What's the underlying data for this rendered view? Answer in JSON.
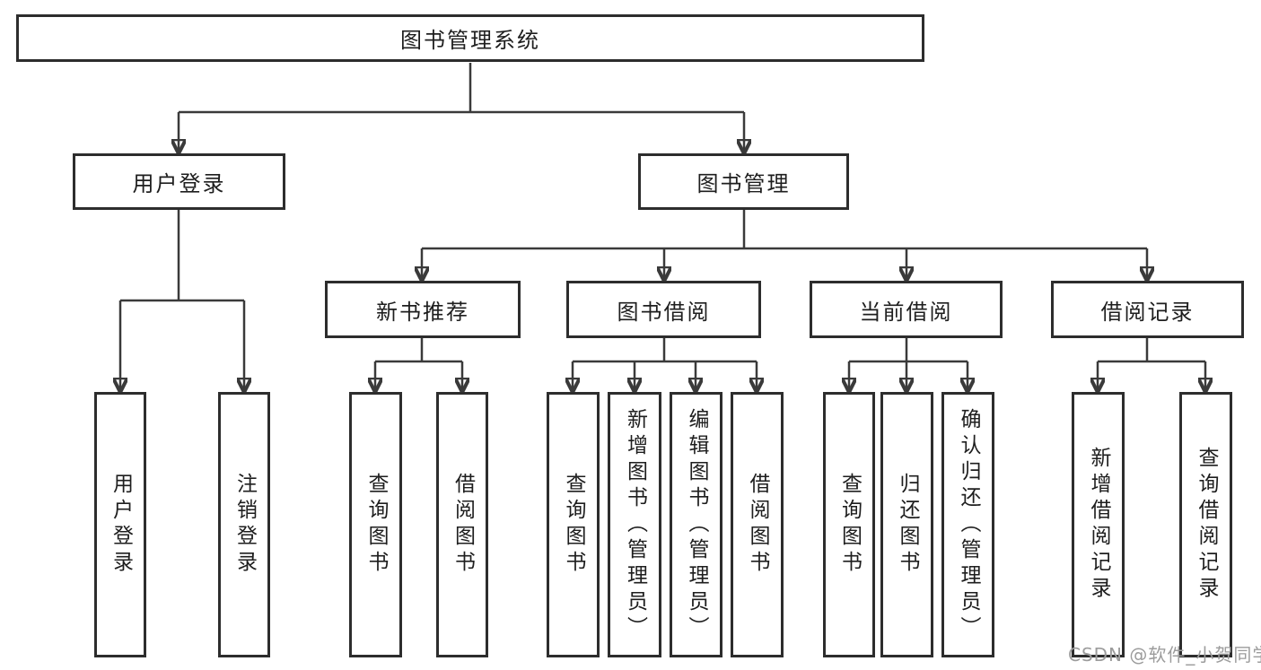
{
  "diagram": {
    "root": {
      "label": "图书管理系统"
    },
    "branches": [
      {
        "label": "用户登录",
        "children": [
          {
            "label": "用户登录"
          },
          {
            "label": "注销登录"
          }
        ]
      },
      {
        "label": "图书管理",
        "groups": [
          {
            "label": "新书推荐",
            "children": [
              {
                "label": "查询图书"
              },
              {
                "label": "借阅图书"
              }
            ]
          },
          {
            "label": "图书借阅",
            "children": [
              {
                "label": "查询图书"
              },
              {
                "label": "新增图书（管理员）"
              },
              {
                "label": "编辑图书（管理员）"
              },
              {
                "label": "借阅图书"
              }
            ]
          },
          {
            "label": "当前借阅",
            "children": [
              {
                "label": "查询图书"
              },
              {
                "label": "归还图书"
              },
              {
                "label": "确认归还（管理员）"
              }
            ]
          },
          {
            "label": "借阅记录",
            "children": [
              {
                "label": "新增借阅记录"
              },
              {
                "label": "查询借阅记录"
              }
            ]
          }
        ]
      }
    ]
  },
  "watermark": "CSDN @软件_小贺同学",
  "colors": {
    "border": "#2d2d2d",
    "line": "#3a3a3a",
    "text": "#1e1e1e",
    "watermark": "#9c9c9c",
    "background": "#ffffff"
  }
}
